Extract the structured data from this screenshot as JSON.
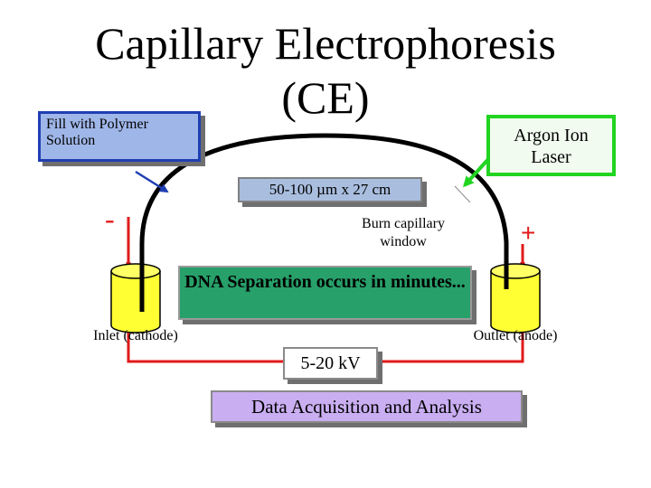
{
  "title": {
    "line1": "Capillary Electrophoresis",
    "line2": "(CE)"
  },
  "callouts": {
    "fill": "Fill with Polymer Solution",
    "laser": "Argon Ion Laser",
    "capillary": "50-100 µm x 27 cm",
    "burn": "Burn capillary window",
    "separation": "DNA Separation occurs in minutes...",
    "voltage": "5-20 kV",
    "acquisition": "Data Acquisition and Analysis"
  },
  "electrodes": {
    "inlet": "Inlet (cathode)",
    "outlet": "Outlet (anode)",
    "negative": "-",
    "positive": "+"
  },
  "colors": {
    "wire": "#e11a1a",
    "vial": "#ffff33",
    "laser_border": "#22d422",
    "separation_box": "#27a06a",
    "acquisition_box": "#c9aef1"
  }
}
